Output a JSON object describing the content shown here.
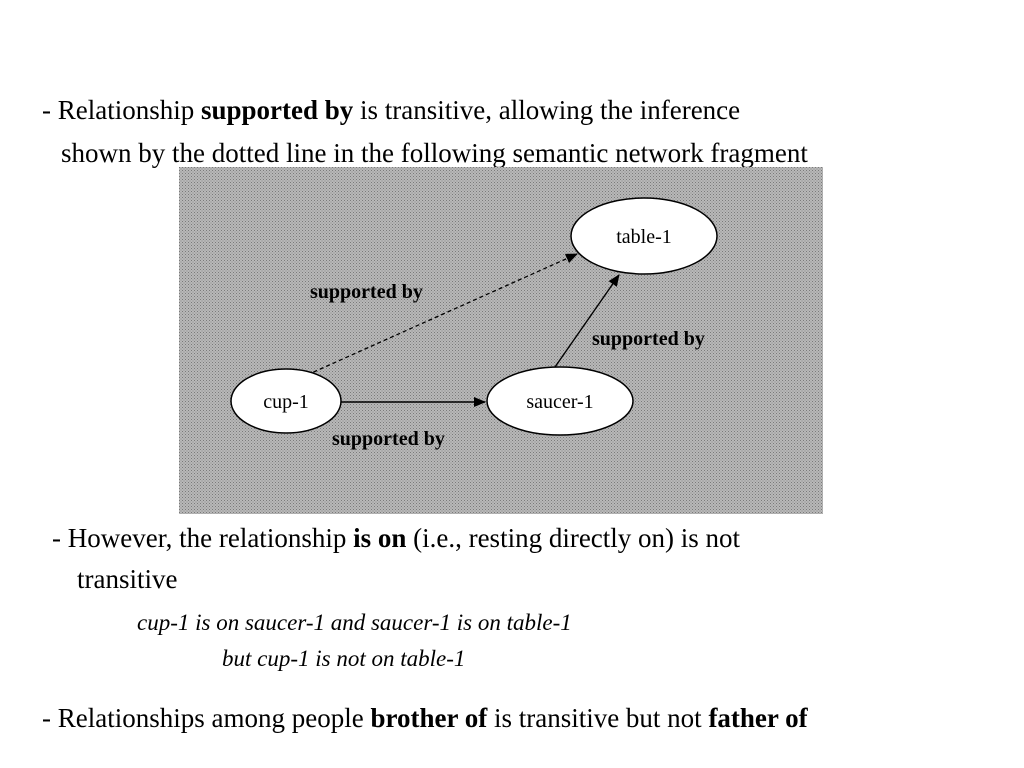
{
  "intro": {
    "dash": "- Relationship ",
    "keyword": "supported by",
    "rest": " is transitive, allowing the inference",
    "line2": "shown by the dotted line in the following semantic network fragment"
  },
  "diagram": {
    "nodes": {
      "cup": "cup-1",
      "saucer": "saucer-1",
      "table": "table-1"
    },
    "edges": {
      "inferred": "supported by",
      "saucer_table": "supported by",
      "cup_saucer": "supported by"
    }
  },
  "however": {
    "dash": "- However, the relationship ",
    "keyword": "is on",
    "rest": " (i.e., resting directly on) is not",
    "line2": "transitive"
  },
  "example": {
    "line1": "cup-1 is on saucer-1 and saucer-1 is on table-1",
    "line2": "but cup-1 is not on table-1"
  },
  "people": {
    "dash": "- Relationships among people ",
    "keyword1": "brother of",
    "middle": " is transitive but not ",
    "keyword2": "father of"
  }
}
